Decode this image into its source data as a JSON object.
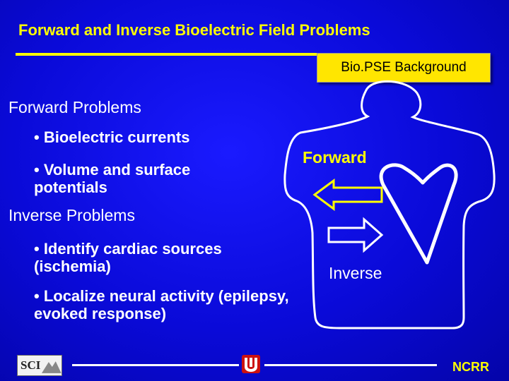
{
  "slide": {
    "title": "Forward and Inverse Bioelectric Field Problems",
    "badge": "Bio.PSE Background",
    "forward_heading": "Forward Problems",
    "forward_bullets": [
      "• Bioelectric currents",
      "• Volume and surface potentials"
    ],
    "inverse_heading": "Inverse Problems",
    "inverse_bullets": [
      "• Identify cardiac sources (ischemia)",
      "• Localize neural activity (epilepsy, evoked response)"
    ],
    "diagram": {
      "forward_label": "Forward",
      "inverse_label": "Inverse"
    },
    "footer": {
      "logo_text": "SCI",
      "right_text": "NCRR"
    }
  },
  "colors": {
    "background": "#0a0ad8",
    "accent": "#ffff00",
    "badge": "#ffe600",
    "text": "#ffffff",
    "logo_red": "#cc1111"
  },
  "icons": [
    "torso-outline",
    "heart-outline",
    "arrow-left",
    "arrow-right",
    "university-logo"
  ]
}
